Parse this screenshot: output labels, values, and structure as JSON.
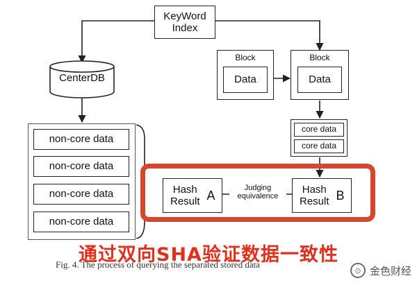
{
  "diagram": {
    "keyword_index": "KeyWord\nIndex",
    "center_db": "CenterDB",
    "noncore": [
      "non-core data",
      "non-core data",
      "non-core data",
      "non-core data"
    ],
    "block_left": {
      "title": "Block",
      "inner": "Data"
    },
    "block_right": {
      "title": "Block",
      "inner": "Data"
    },
    "core": [
      "core data",
      "core data"
    ],
    "hash_a": {
      "label": "Hash\nResult",
      "letter": "A"
    },
    "hash_b": {
      "label": "Hash\nResult",
      "letter": "B"
    },
    "edge_label": "Judging\nequivalence"
  },
  "overlay_caption": "通过双向SHA验证数据一致性",
  "figure_caption": "Fig. 4. The process of querying the separated stored data",
  "watermark": "金色财经",
  "colors": {
    "highlight": "#d8452f",
    "overlay_text": "#e0311f",
    "line": "#222222"
  }
}
